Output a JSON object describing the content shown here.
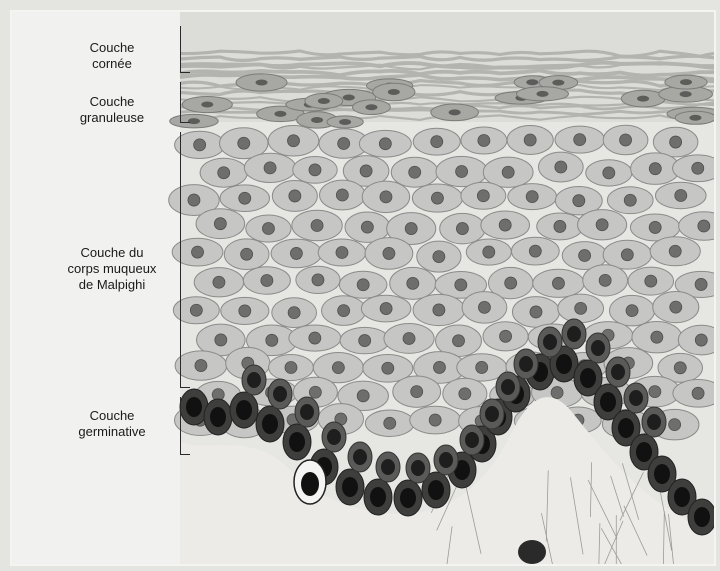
{
  "layers": [
    {
      "id": "cornee",
      "line1": "Couche",
      "line2": "cornée",
      "line3": ""
    },
    {
      "id": "granuleuse",
      "line1": "Couche",
      "line2": "granuleuse",
      "line3": ""
    },
    {
      "id": "malpighi",
      "line1": "Couche du",
      "line2": "corps muqueux",
      "line3": "de Malpighi"
    },
    {
      "id": "germinative",
      "line1": "Couche",
      "line2": "germinative",
      "line3": ""
    }
  ],
  "colors": {
    "cell_fill": "#c6c6c4",
    "cell_edge": "#8b8b89",
    "nucleus": "#6e6e6c",
    "dark_cell": "#3e3e3d",
    "dark_nucleus": "#111111",
    "stratum_corneum": "#b3b3b0"
  }
}
